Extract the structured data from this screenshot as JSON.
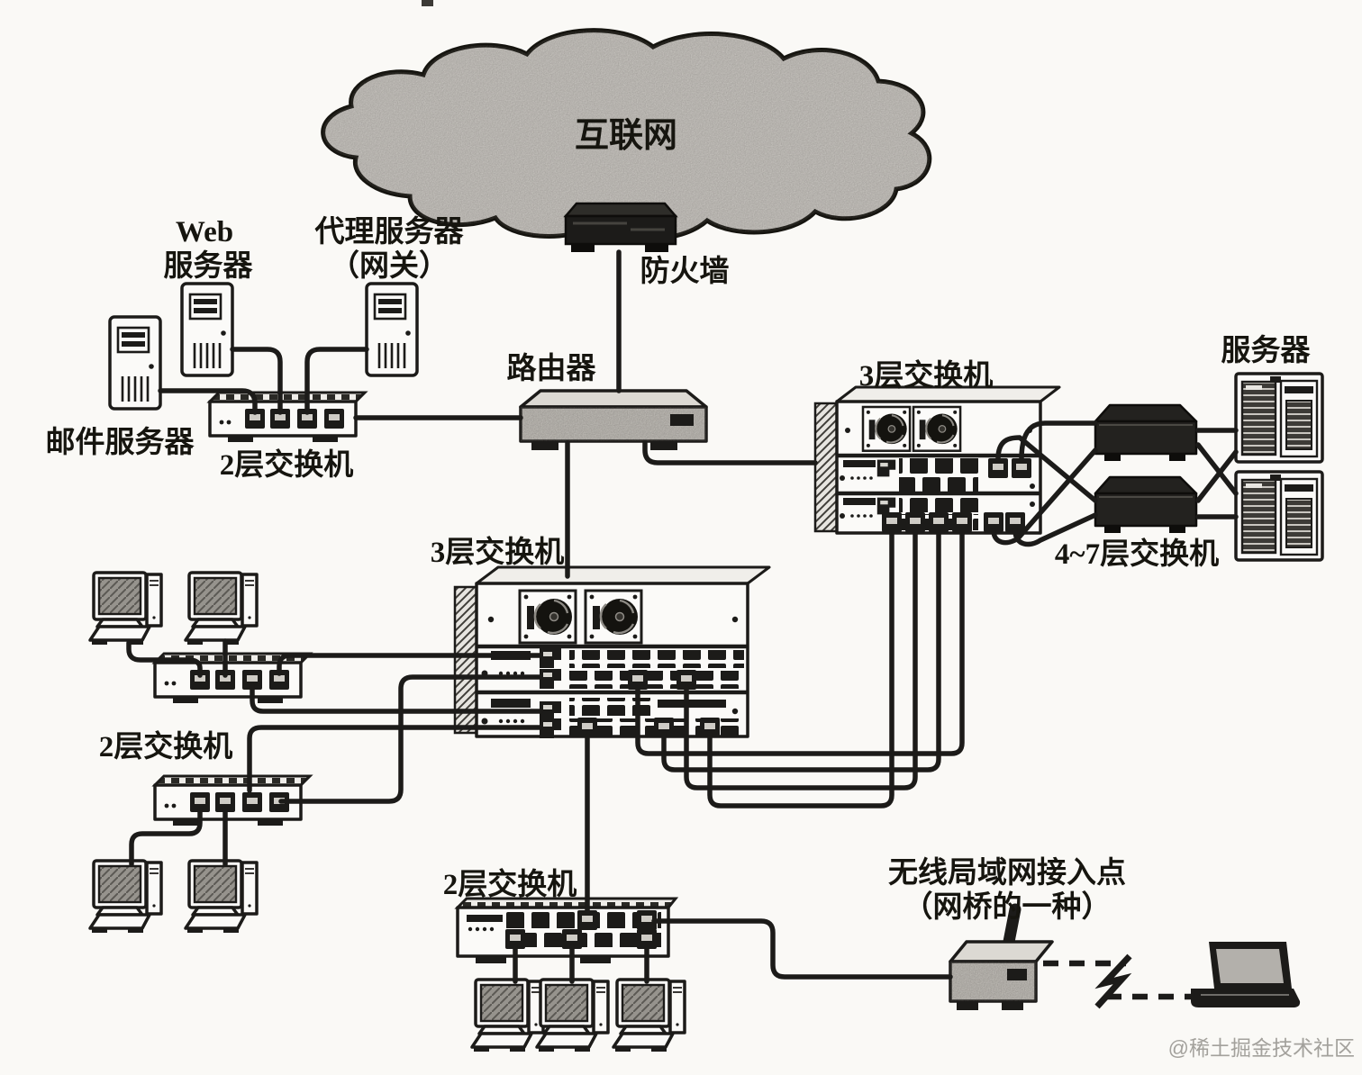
{
  "diagram": {
    "internet": "互联网",
    "firewall": "防火墙",
    "router": "路由器",
    "web_server": {
      "line1": "Web",
      "line2": "服务器"
    },
    "proxy_server": {
      "line1": "代理服务器",
      "line2": "（网关）"
    },
    "mail_server": "邮件服务器",
    "l2_switch_top": "2层交换机",
    "l3_switch_right": "3层交换机",
    "l3_switch_mid": "3层交换机",
    "l47_switch": "4~7层交换机",
    "servers_right": "服务器",
    "l2_switch_left": "2层交换机",
    "l2_switch_bottom": "2层交换机",
    "wlan_ap": {
      "line1": "无线局域网接入点",
      "line2": "（网桥的一种）"
    },
    "watermark": "@稀土掘金技术社区"
  },
  "colors": {
    "line": "#1c1b19",
    "cloud_fill": "#cac7c2",
    "device_gray": "#c3c0ba",
    "paper": "#faf9f6",
    "watermark": "#a3a19c"
  }
}
